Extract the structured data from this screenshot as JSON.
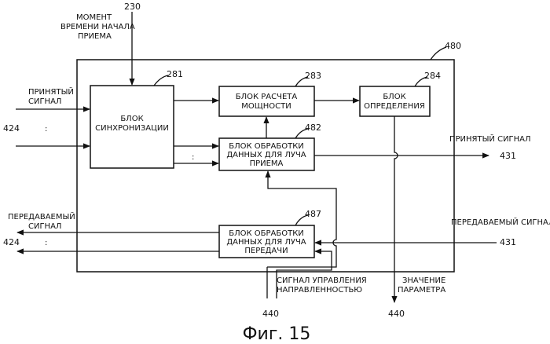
{
  "figure": {
    "caption": "Фиг. 15",
    "outer_ref": "480",
    "timing": {
      "ref": "230",
      "line1": "МОМЕНТ",
      "line2": "ВРЕМЕНИ НАЧАЛА",
      "line3": "ПРИЕМА"
    },
    "blocks": {
      "sync": {
        "ref": "281",
        "line1": "БЛОК",
        "line2": "СИНХРОНИЗАЦИИ"
      },
      "power": {
        "ref": "283",
        "line1": "БЛОК РАСЧЕТА",
        "line2": "МОЩНОСТИ"
      },
      "decision": {
        "ref": "284",
        "line1": "БЛОК",
        "line2": "ОПРЕДЕЛЕНИЯ"
      },
      "rx": {
        "ref": "482",
        "line1": "БЛОК ОБРАБОТКИ",
        "line2": "ДАННЫХ ДЛЯ ЛУЧА",
        "line3": "ПРИЕМА"
      },
      "tx": {
        "ref": "487",
        "line1": "БЛОК ОБРАБОТКИ",
        "line2": "ДАННЫХ ДЛЯ ЛУЧА",
        "line3": "ПЕРЕДАЧИ"
      }
    },
    "signals": {
      "received_in_line1": "ПРИНЯТЫЙ",
      "received_in_line2": "СИГНАЛ",
      "received_in_ref": "424",
      "received_out": "ПРИНЯТЫЙ СИГНАЛ",
      "received_out_ref": "431",
      "transmitted_out_line1": "ПЕРЕДАВАЕМЫЙ",
      "transmitted_out_line2": "СИГНАЛ",
      "transmitted_out_ref": "424",
      "transmitted_in": "ПЕРЕДАВАЕМЫЙ СИГНАЛ",
      "transmitted_in_ref": "431",
      "control_line1": "СИГНАЛ УПРАВЛЕНИЯ",
      "control_line2": "НАПРАВЛЕННОСТЬЮ",
      "control_ref": "440",
      "param_line1": "ЗНАЧЕНИЕ",
      "param_line2": "ПАРАМЕТРА",
      "param_ref": "440",
      "ellipsis": ":"
    }
  }
}
